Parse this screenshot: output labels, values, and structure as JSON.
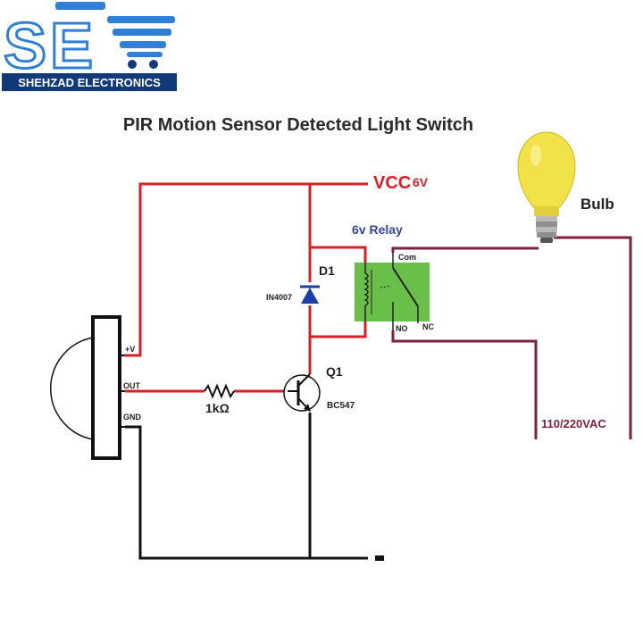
{
  "logo": {
    "letters": "SE",
    "company": "SHEHZAD ELECTRONICS"
  },
  "diagram": {
    "title": "PIR Motion Sensor Detected Light Switch",
    "vcc_label": "VCC",
    "vcc_value": "6V",
    "relay_label": "6v Relay",
    "relay_com": "Com",
    "relay_no": "NO",
    "relay_nc": "NC",
    "diode_ref": "D1",
    "diode_part": "IN4007",
    "transistor_ref": "Q1",
    "transistor_part": "BC547",
    "resistor_value": "1kΩ",
    "pir_pin_vplus": "+V",
    "pir_pin_out": "OUT",
    "pir_pin_gnd": "GND",
    "bulb_label": "Bulb",
    "mains_label": "110/220VAC"
  },
  "colors": {
    "logo_blue": "#2f7fd6",
    "logo_navy": "#123a78",
    "wire_red": "#d81f26",
    "wire_maroon": "#7d1f3e",
    "wire_black": "#111111",
    "relay_green": "#6abf4b",
    "bulb_yellow": "#f2e24a",
    "diode_blue": "#1b3ea8"
  }
}
